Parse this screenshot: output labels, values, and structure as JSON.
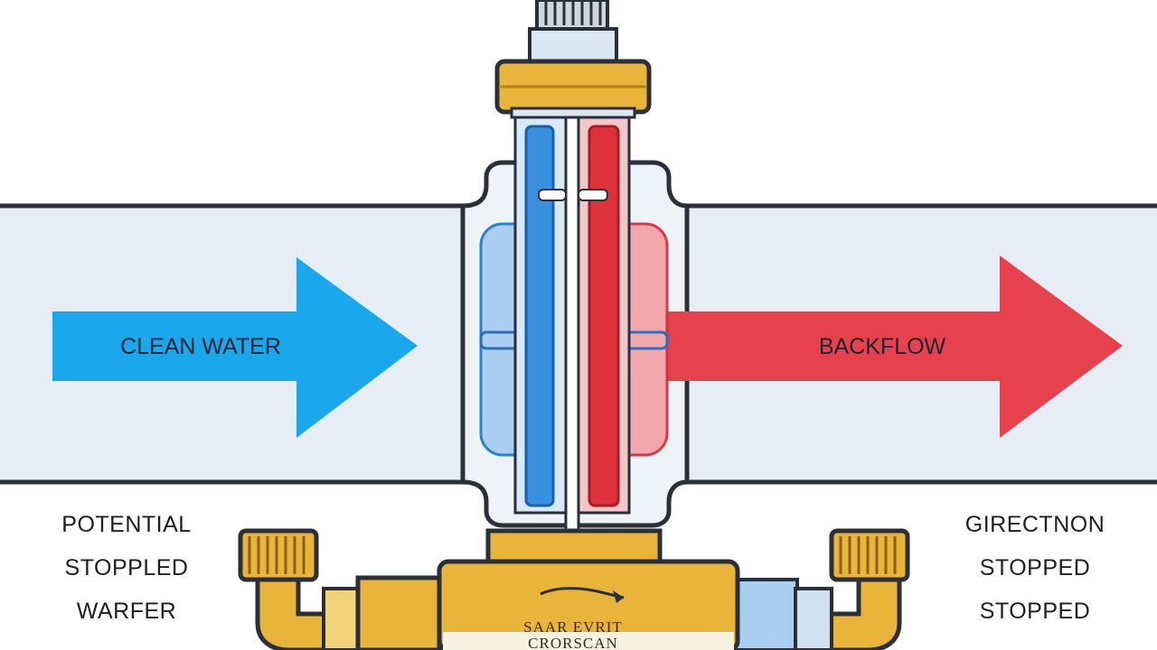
{
  "arrows": {
    "left_label": "CLEAN WATER",
    "right_label": "BACKFLOW"
  },
  "left_side_label": {
    "line1": "POTENTIAL",
    "line2": "STOPPLED",
    "line3": "WARFER"
  },
  "right_side_label": {
    "line1": "GIRECTNON",
    "line2": "STOPPED",
    "line3": "STOPPED"
  },
  "valve_body_text": {
    "line1": "SAAR EVRIT",
    "line2": "CRORSCAN"
  },
  "colors": {
    "clean_water": "#1aa7ec",
    "backflow": "#e8414e",
    "brass": "#e9b43a",
    "pipe_fill": "#e6edf5",
    "outline": "#2a2f3a"
  },
  "icons": {
    "flow_arrow_in": "arrow-right-icon",
    "flow_arrow_out": "arrow-right-icon"
  }
}
